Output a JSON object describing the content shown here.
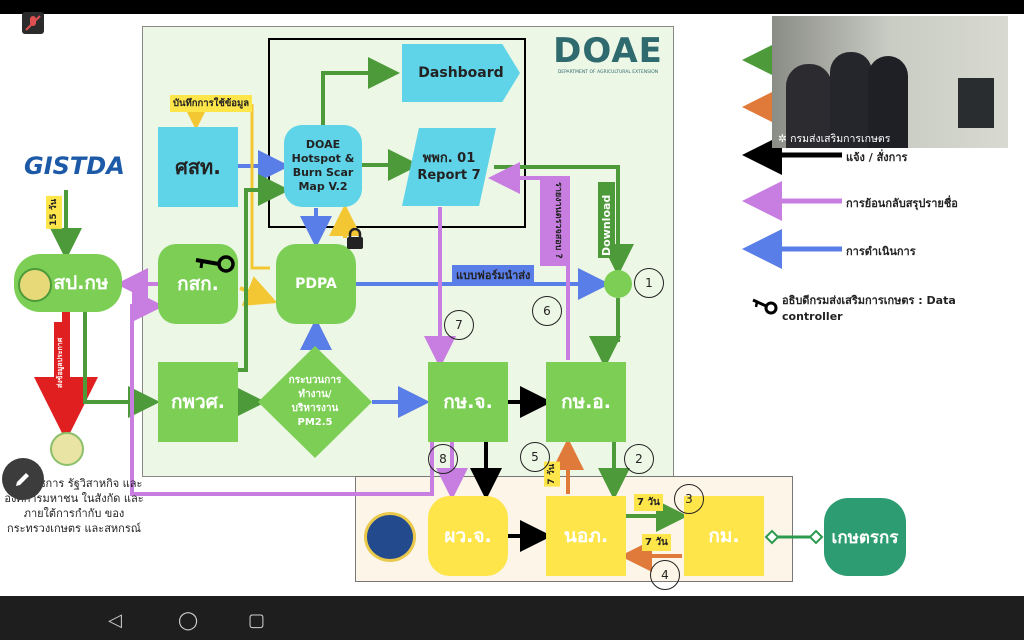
{
  "logo": {
    "doae": "DOAE",
    "doae_sub": "DEPARTMENT OF AGRICULTURAL EXTENSION",
    "gistda": "GISTDA"
  },
  "nodes": {
    "sast": "ศสท.",
    "hotspot": "DOAE Hotspot & Burn Scar Map V.2",
    "dashboard": "Dashboard",
    "report": "พพก. 01 Report 7",
    "spk": "สป.กษ",
    "ksk": "กสก.",
    "pdpa": "PDPA",
    "kpws": "กพวศ.",
    "process": "กระบวนการ ทำงาน/ บริหารงาน PM2.5",
    "kshj": "กษ.จ.",
    "ksho": "กษ.อ.",
    "pwj": "ผว.จ.",
    "nop": "นอภ.",
    "km": "กม.",
    "farmer": "เกษตรกร"
  },
  "labels": {
    "usage_record": "บันทึกการใช้ข้อมูล",
    "days15": "15 วัน",
    "form": "แบบฟอร์มนำส่ง",
    "download": "Download",
    "report_check": "รายงานตรวจสอบ ?",
    "red_label": "ส่งข้อมูลประกาศ",
    "days7_a": "7 วัน",
    "days7_b": "7 วัน",
    "days7_c": "7 วัน",
    "bottom_text": "ส่วนราชการ รัฐวิสาหกิจ และองค์การมหาชน ในสังกัด และภายใต้การกำกับ ของกระทรวงเกษตร และสหกรณ์"
  },
  "steps": [
    "1",
    "2",
    "3",
    "4",
    "5",
    "6",
    "7",
    "8"
  ],
  "legend": {
    "items": [
      {
        "label": "แจ้ง / สั่งการ",
        "color": "#000000"
      },
      {
        "label": "การย้อนกลับสรุปรายชื่อ",
        "color": "#c77ee0"
      },
      {
        "label": "การดำเนินการ",
        "color": "#5a7ee8"
      }
    ],
    "controller": "อธิบดีกรมส่งเสริมการเกษตร : Data controller"
  },
  "video": {
    "caption": "กรมส่งเสริมการเกษตร"
  },
  "colors": {
    "green": "#7ccf54",
    "blue": "#5fd4e8",
    "yellow": "#fde54a",
    "arrow_green": "#4d9a3a",
    "arrow_purple": "#c77ee0",
    "arrow_blue": "#5a7ee8",
    "arrow_orange": "#e07a3a"
  }
}
